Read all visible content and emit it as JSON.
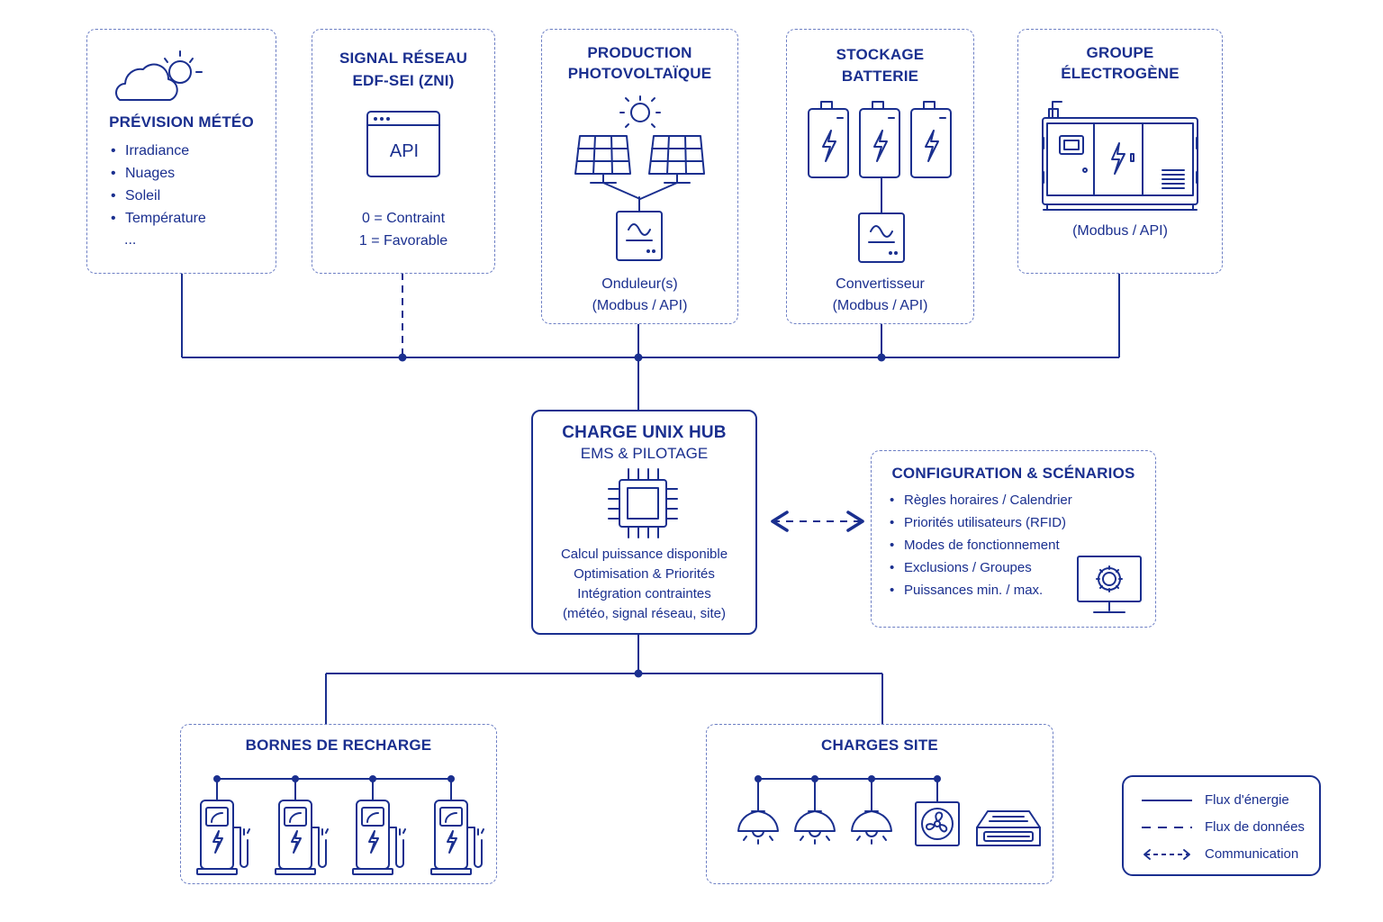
{
  "weather": {
    "title": "PRÉVISION MÉTÉO",
    "items": [
      "Irradiance",
      "Nuages",
      "Soleil",
      "Température",
      "..."
    ]
  },
  "grid_signal": {
    "title_line1": "SIGNAL RÉSEAU",
    "title_line2": "EDF-SEI (ZNI)",
    "api_label": "API",
    "state0": "0 = Contraint",
    "state1": "1 = Favorable"
  },
  "pv": {
    "title_line1": "PRODUCTION",
    "title_line2": "PHOTOVOLTAÏQUE",
    "caption_line1": "Onduleur(s)",
    "caption_line2": "(Modbus / API)"
  },
  "battery": {
    "title_line1": "STOCKAGE",
    "title_line2": "BATTERIE",
    "caption_line1": "Convertisseur",
    "caption_line2": "(Modbus / API)"
  },
  "generator": {
    "title_line1": "GROUPE",
    "title_line2": "ÉLECTROGÈNE",
    "caption": "(Modbus / API)"
  },
  "hub": {
    "title": "CHARGE UNIX HUB",
    "subtitle": "EMS & PILOTAGE",
    "lines": [
      "Calcul puissance disponible",
      "Optimisation & Priorités",
      "Intégration contraintes",
      "(météo, signal réseau, site)"
    ]
  },
  "config": {
    "title": "CONFIGURATION & SCÉNARIOS",
    "items": [
      "Règles horaires / Calendrier",
      "Priorités utilisateurs (RFID)",
      "Modes de fonctionnement",
      "Exclusions / Groupes",
      "Puissances min. / max."
    ]
  },
  "chargers": {
    "title": "BORNES DE RECHARGE"
  },
  "site_loads": {
    "title": "CHARGES SITE"
  },
  "legend": {
    "energy": "Flux d'énergie",
    "data": "Flux de données",
    "comm": "Communication"
  },
  "colors": {
    "primary": "#1a2f8f",
    "dashed_border": "#6d7fc4",
    "background": "#ffffff"
  }
}
